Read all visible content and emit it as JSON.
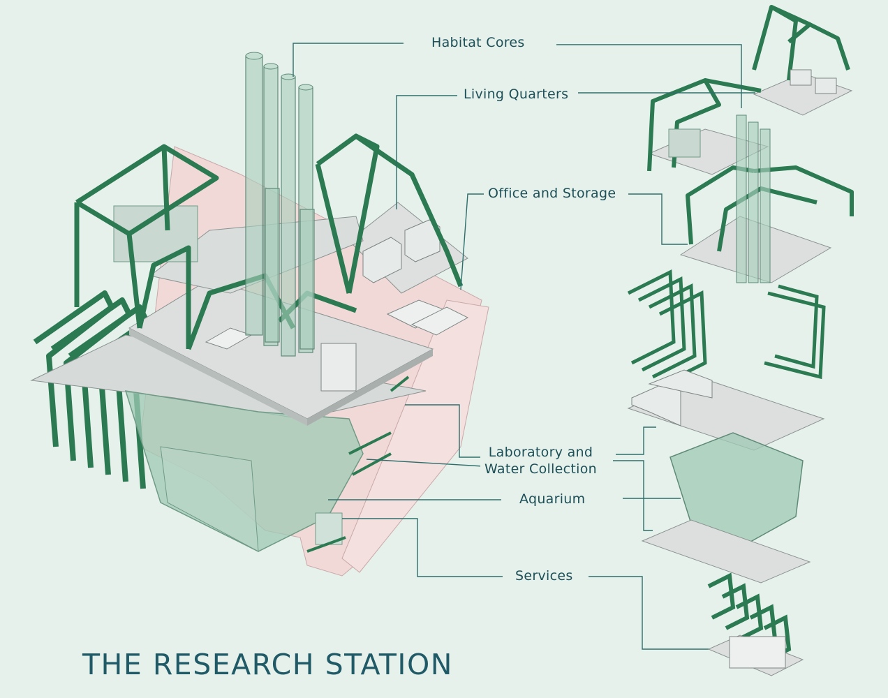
{
  "title": "THE RESEARCH STATION",
  "labels": {
    "habitat_cores": "Habitat Cores",
    "living_quarters": "Living Quarters",
    "office_storage": "Office and Storage",
    "laboratory_line1": "Laboratory and",
    "laboratory_line2": "Water Collection",
    "aquarium": "Aquarium",
    "services": "Services"
  },
  "colors": {
    "background": "#e6f1ec",
    "structure_green": "#2b7a52",
    "leader_line": "#2e6e6a",
    "text": "#1d4f57",
    "floor_slab": "#d8dcdb",
    "hull_pink": "#f1d9d8",
    "glass": "#9fc9b4"
  }
}
